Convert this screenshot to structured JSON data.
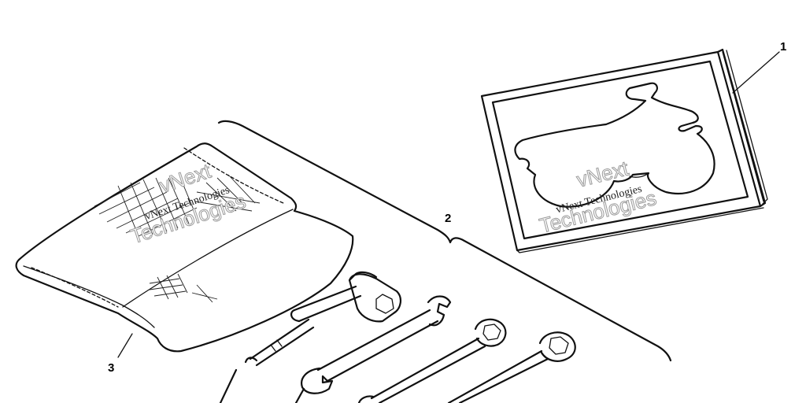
{
  "diagram": {
    "callouts": {
      "manual": "1",
      "tool_kit": "2",
      "tool_bag": "3"
    },
    "watermark": {
      "line1": "vNext",
      "line2": "Technologies",
      "caption": "vNext Technologies"
    }
  }
}
